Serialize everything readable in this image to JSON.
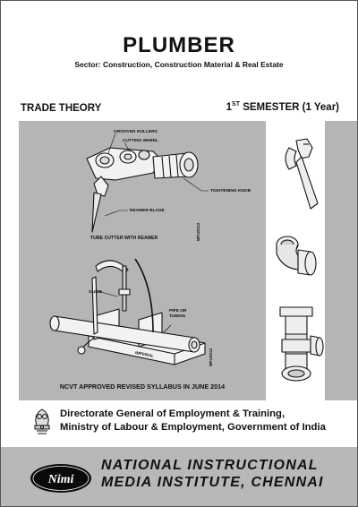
{
  "cover": {
    "title": "PLUMBER",
    "sector": "Sector: Construction, Construction Material & Real Estate",
    "trade_theory": "TRADE THEORY",
    "semester_num": "1",
    "semester_sup": "ST",
    "semester_rest": " SEMESTER (1 Year)"
  },
  "figure1": {
    "labels": {
      "grooved_rollers": "GROOVED ROLLERS",
      "cutting_wheel": "CUTTING WHEEL",
      "tightening_knob": "TIGHTENING KNOB",
      "reamer_blade": "REAMER BLADE",
      "caption": "TUBE CUTTER WITH REAMER"
    },
    "code": "MP120312"
  },
  "figure2": {
    "labels": {
      "guide": "GUIDE",
      "pipe_or": "PIPE OR",
      "tubing": "TUBING",
      "brand": "IMPERIAL"
    },
    "code": "MP120312"
  },
  "ncvt": "NCVT APPROVED REVISED SYLLABUS IN JUNE 2014",
  "publisher": {
    "line1": "Directorate General of Employment & Training,",
    "line2": "Ministry of Labour & Employment, Government of India"
  },
  "footer": {
    "logo_text": "Nimi",
    "line1": "NATIONAL  INSTRUCTIONAL",
    "line2": "MEDIA INSTITUTE, CHENNAI"
  },
  "colors": {
    "panel_grey": "#b5b5b5",
    "footer_grey": "#b8b8b8",
    "text": "#111111"
  }
}
